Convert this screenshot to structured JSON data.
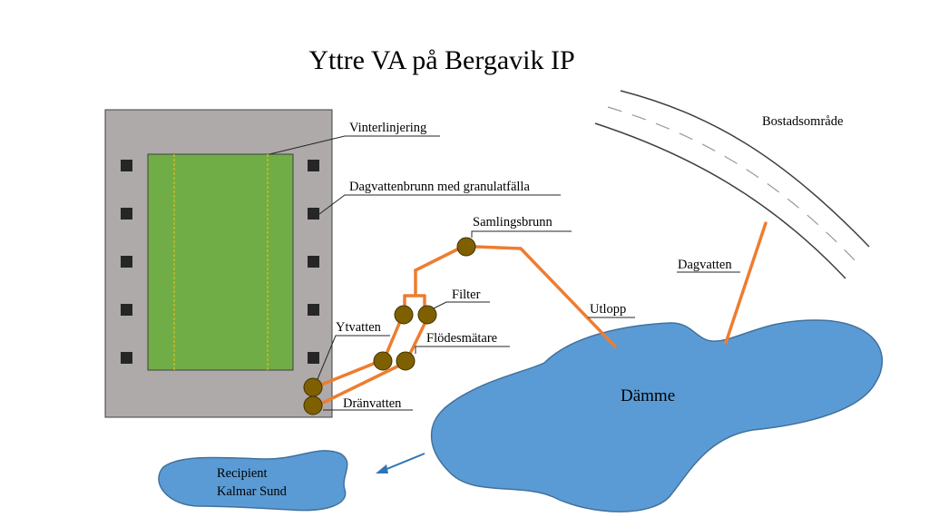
{
  "title": "Yttre VA på Bergavik  IP",
  "labels": {
    "vinterlinjering": "Vinterlinjering",
    "dagvattenbrunn": "Dagvattenbrunn  med granulatfälla",
    "samlingsbrunn": "Samlingsbrunn",
    "filter": "Filter",
    "ytvatten": "Ytvatten",
    "flodesmatare": "Flödesmätare",
    "dranvatten": "Dränvatten",
    "utlopp": "Utlopp",
    "dagvatten": "Dagvatten",
    "bostadsomrade": "Bostadsområde",
    "damme": "Dämme",
    "recipient_line1": "Recipient",
    "recipient_line2": "Kalmar Sund"
  },
  "colors": {
    "pitch_surround": "#aeaaa9",
    "pitch_field": "#70ad47",
    "yellow_lines": "#ffc000",
    "drain_squares": "#262626",
    "pipes": "#ed7d31",
    "wells": "#7f6000",
    "water": "#5b9bd5",
    "water_outline": "#41719c",
    "arrow": "#2e75b6"
  }
}
